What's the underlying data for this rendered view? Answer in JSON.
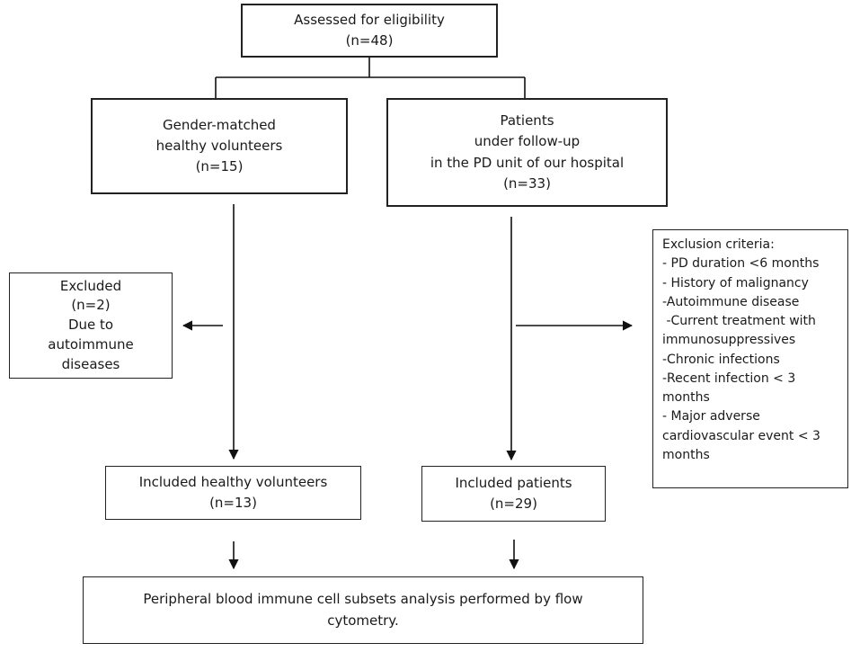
{
  "assessed": {
    "line1": "Assessed for eligibility",
    "line2": "(n=48)"
  },
  "volunteers": {
    "lines": [
      "Gender-matched",
      "healthy volunteers",
      "(n=15)"
    ]
  },
  "patients": {
    "lines": [
      "Patients",
      "under follow-up",
      "in the PD unit of our hospital",
      "(n=33)"
    ]
  },
  "excluded": {
    "lines": [
      "Excluded",
      "(n=2)",
      "Due to",
      "autoimmune",
      "diseases"
    ]
  },
  "exclusion_criteria": {
    "lines": [
      "Exclusion criteria:",
      "- PD duration <6 months",
      "- History of malignancy",
      "-Autoimmune disease",
      " -Current treatment with",
      "immunosuppressives",
      "-Chronic infections",
      "-Recent infection < 3",
      "months",
      "- Major adverse",
      "cardiovascular event < 3",
      "months"
    ]
  },
  "included_volunteers": {
    "line1": "Included healthy volunteers",
    "line2": "(n=13)"
  },
  "included_patients": {
    "line1": "Included patients",
    "line2": "(n=29)"
  },
  "analysis": {
    "line1": "Peripheral blood immune cell subsets analysis performed by flow",
    "line2": "cytometry."
  }
}
